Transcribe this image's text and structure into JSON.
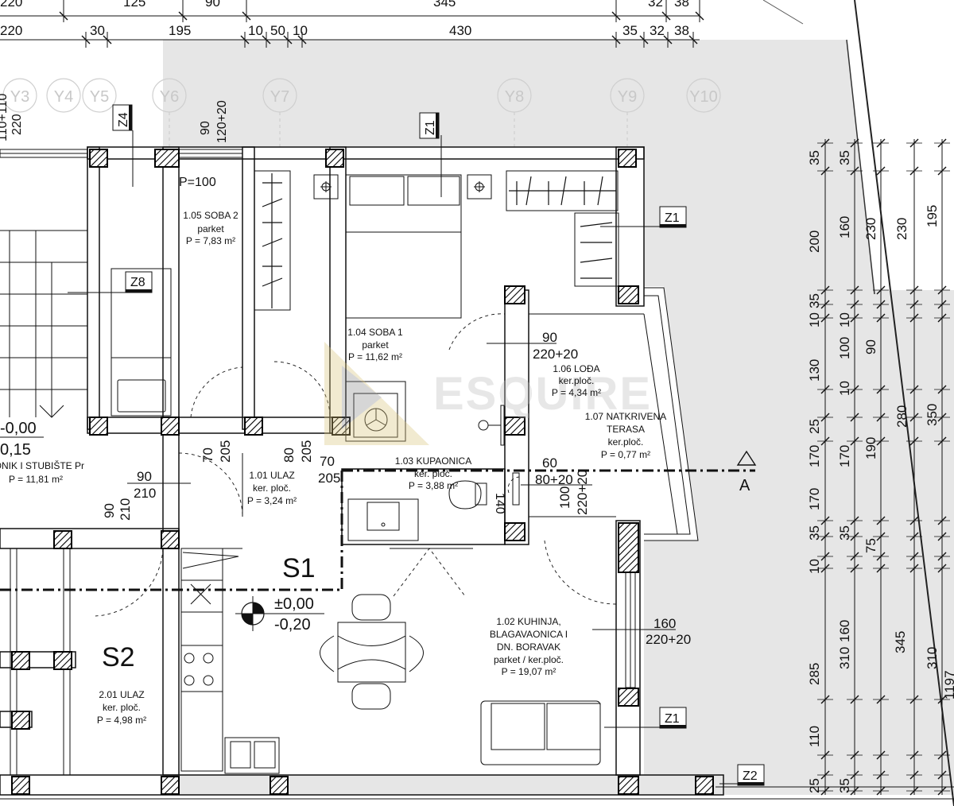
{
  "dims_top_row1": [
    "220",
    "125",
    "90",
    "345",
    "32",
    "38"
  ],
  "dims_top_row2": [
    "220",
    "30",
    "195",
    "10",
    "50",
    "10",
    "430",
    "35",
    "32",
    "38"
  ],
  "axes": [
    "Y3",
    "Y4",
    "Y5",
    "Y6",
    "Y7",
    "Y8",
    "Y9",
    "Y10"
  ],
  "section_tags": {
    "z4": "Z4",
    "z1_top": "Z1",
    "z1_right": "Z1",
    "z8": "Z8",
    "z1_bottom": "Z1",
    "z2": "Z2"
  },
  "left_cut_dims": [
    "110+110",
    "220",
    "90",
    "120+20",
    "P=100"
  ],
  "rooms": {
    "soba2": {
      "name": "1.05 SOBA 2",
      "floor": "parket",
      "area": "P = 7,83 m²"
    },
    "soba1": {
      "name": "1.04 SOBA 1",
      "floor": "parket",
      "area": "P = 11,62 m²"
    },
    "lodja": {
      "name": "1.06 LOĐA",
      "floor": "ker.ploč.",
      "area": "P = 4,34 m²"
    },
    "terasa": {
      "name1": "1.07 NATKRIVENA",
      "name2": "TERASA",
      "floor": "ker.ploč.",
      "area": "P = 0,77 m²"
    },
    "kupaonica": {
      "name": "1.03 KUPAONICA",
      "floor": "ker. ploč.",
      "area": "P = 3,88 m²"
    },
    "ulaz": {
      "name": "1.01 ULAZ",
      "floor": "ker. ploč.",
      "area": "P = 3,24 m²"
    },
    "hodnik": {
      "name": "ODNIK I STUBIŠTE Pr",
      "area": "P = 11,81 m²"
    },
    "kuhinja": {
      "name1": "1.02 KUHINJA,",
      "name2": "BLAGAVAONICA I",
      "name3": "DN. BORAVAK",
      "floor": "parket / ker.ploč.",
      "area": "P = 19,07 m²"
    },
    "ulaz2": {
      "name": "2.01 ULAZ",
      "floor": "ker. ploč.",
      "area": "P = 4,98 m²"
    }
  },
  "openings": {
    "d1": [
      "90",
      "220+20"
    ],
    "d2": [
      "60",
      "80+20"
    ],
    "d3": [
      "100",
      "220+20"
    ],
    "d4": [
      "160",
      "220+20"
    ],
    "d5": [
      "90",
      "210"
    ],
    "d6": [
      "90",
      "210"
    ],
    "d7": [
      "70",
      "205"
    ],
    "d8": [
      "80",
      "205"
    ],
    "d9": [
      "70",
      "205"
    ],
    "d10": "140"
  },
  "levels": {
    "left_top": "-0,00",
    "left_bottom": "0,15",
    "main_top": "±0,00",
    "main_bottom": "-0,20"
  },
  "zones": {
    "s1": "S1",
    "s2": "S2"
  },
  "section_mark": "A",
  "watermark": "ESQUIRE",
  "right_dims_col1": [
    "35",
    "200",
    "35",
    "10",
    "130",
    "25",
    "170",
    "170",
    "35",
    "10",
    "285",
    "110",
    "25"
  ],
  "right_dims_col2": [
    "35",
    "160",
    "10",
    "100",
    "10",
    "170",
    "35",
    "160",
    "310",
    "35"
  ],
  "right_dims_col3": [
    "230",
    "90",
    "190",
    "75",
    "345"
  ],
  "right_dims_col4": [
    "230",
    "280",
    "310"
  ],
  "right_dims_col5": [
    "195",
    "350",
    "1197"
  ]
}
